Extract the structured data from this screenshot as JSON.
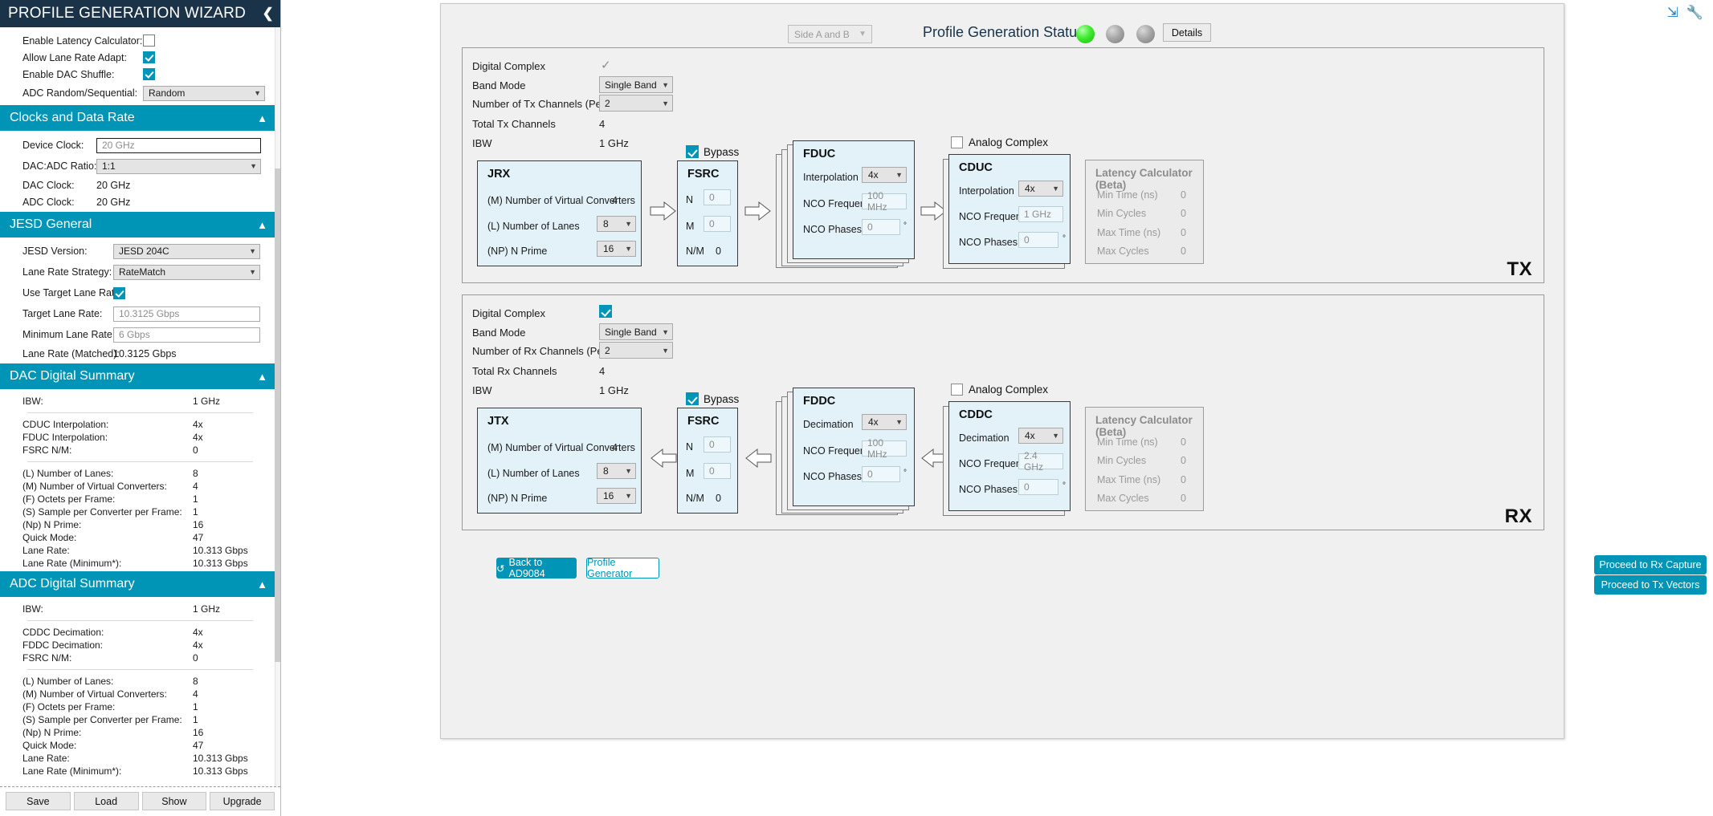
{
  "sidebar": {
    "title": "PROFILE GENERATION WIZARD",
    "collapse_icon": "chevron-left-icon",
    "top_options": [
      {
        "label": "Enable Latency Calculator:",
        "type": "checkbox",
        "checked": false
      },
      {
        "label": "Allow Lane Rate Adapt:",
        "type": "checkbox",
        "checked": true
      },
      {
        "label": "Enable DAC Shuffle:",
        "type": "checkbox",
        "checked": true
      }
    ],
    "adc_random": {
      "label": "ADC Random/Sequential:",
      "value": "Random"
    },
    "clocks_section": {
      "title": "Clocks and Data Rate",
      "device_clock": {
        "label": "Device Clock:",
        "value": "20 GHz"
      },
      "dac_adc_ratio": {
        "label": "DAC:ADC Ratio:",
        "value": "1:1"
      },
      "dac_clock": {
        "label": "DAC Clock:",
        "value": "20 GHz"
      },
      "adc_clock": {
        "label": "ADC Clock:",
        "value": "20 GHz"
      }
    },
    "jesd_section": {
      "title": "JESD General",
      "jesd_version": {
        "label": "JESD Version:",
        "value": "JESD 204C"
      },
      "lane_rate_strategy": {
        "label": "Lane Rate Strategy:",
        "value": "RateMatch"
      },
      "use_target_lane_rate": {
        "label": "Use Target Lane Rate:",
        "checked": true
      },
      "target_lane_rate": {
        "label": "Target Lane Rate:",
        "value": "10.3125 Gbps"
      },
      "minimum_lane_rate": {
        "label": "Minimum Lane Rate:",
        "value": "6 Gbps"
      },
      "lane_rate_matched": {
        "label": "Lane Rate (Matched):",
        "value": "10.3125 Gbps"
      }
    },
    "dac_summary": {
      "title": "DAC Digital Summary",
      "ibw": {
        "label": "IBW:",
        "value": "1 GHz"
      },
      "group_a": [
        {
          "label": "CDUC Interpolation:",
          "value": "4x"
        },
        {
          "label": "FDUC Interpolation:",
          "value": "4x"
        },
        {
          "label": "FSRC N/M:",
          "value": "0"
        }
      ],
      "group_b": [
        {
          "label": "(L) Number of Lanes:",
          "value": "8"
        },
        {
          "label": "(M) Number of Virtual Converters:",
          "value": "4"
        },
        {
          "label": "(F) Octets per Frame:",
          "value": "1"
        },
        {
          "label": "(S) Sample per Converter per Frame:",
          "value": "1"
        },
        {
          "label": "(Np) N Prime:",
          "value": "16"
        },
        {
          "label": "Quick Mode:",
          "value": "47"
        },
        {
          "label": "Lane Rate:",
          "value": "10.313 Gbps"
        },
        {
          "label": "Lane Rate (Minimum*):",
          "value": "10.313 Gbps"
        }
      ]
    },
    "adc_summary": {
      "title": "ADC Digital Summary",
      "ibw": {
        "label": "IBW:",
        "value": "1 GHz"
      },
      "group_a": [
        {
          "label": "CDDC Decimation:",
          "value": "4x"
        },
        {
          "label": "FDDC Decimation:",
          "value": "4x"
        },
        {
          "label": "FSRC N/M:",
          "value": "0"
        }
      ],
      "group_b": [
        {
          "label": "(L) Number of Lanes:",
          "value": "8"
        },
        {
          "label": "(M) Number of Virtual Converters:",
          "value": "4"
        },
        {
          "label": "(F) Octets per Frame:",
          "value": "1"
        },
        {
          "label": "(S) Sample per Converter per Frame:",
          "value": "1"
        },
        {
          "label": "(Np) N Prime:",
          "value": "16"
        },
        {
          "label": "Quick Mode:",
          "value": "47"
        },
        {
          "label": "Lane Rate:",
          "value": "10.313 Gbps"
        },
        {
          "label": "Lane Rate (Minimum*):",
          "value": "10.313 Gbps"
        }
      ]
    },
    "footer_buttons": [
      {
        "label": "Save"
      },
      {
        "label": "Load"
      },
      {
        "label": "Show"
      },
      {
        "label": "Upgrade"
      }
    ]
  },
  "header": {
    "side_select": "Side A and B",
    "status_title": "Profile Generation Status",
    "details_label": "Details",
    "led_colors": {
      "active": "#3cdd2b",
      "inactive": "#9c9c9c"
    },
    "corner_icons": [
      "collapse-arrows-icon",
      "wrench-icon"
    ]
  },
  "tx": {
    "tag": "TX",
    "config": {
      "digital_complex": {
        "label": "Digital Complex",
        "checked": false,
        "mark": "check-grey-icon"
      },
      "band_mode": {
        "label": "Band Mode",
        "value": "Single Band"
      },
      "num_tx_channels": {
        "label": "Number of Tx Channels (Per Side)",
        "value": "2"
      },
      "total_tx_channels": {
        "label": "Total Tx Channels",
        "value": "4"
      },
      "ibw": {
        "label": "IBW",
        "value": "1 GHz"
      }
    },
    "jrx": {
      "title": "JRX",
      "m_virtual_converters": {
        "label": "(M) Number of Virtual Converters",
        "value": "4"
      },
      "l_number_of_lanes": {
        "label": "(L) Number of Lanes",
        "value": "8"
      },
      "np_n_prime": {
        "label": "(NP) N Prime",
        "value": "16"
      }
    },
    "bypass": {
      "label": "Bypass",
      "checked": true
    },
    "fsrc": {
      "title": "FSRC",
      "n": {
        "label": "N",
        "value": "0"
      },
      "m": {
        "label": "M",
        "value": "0"
      },
      "nm": {
        "label": "N/M",
        "value": "0"
      }
    },
    "fduc": {
      "title": "FDUC",
      "interpolation": {
        "label": "Interpolation",
        "value": "4x"
      },
      "nco_frequency": {
        "label": "NCO Frequency",
        "value": "100 MHz"
      },
      "nco_phases": {
        "label": "NCO Phases",
        "value": "0",
        "unit": "°"
      }
    },
    "analog_complex": {
      "label": "Analog Complex",
      "checked": false
    },
    "cduc": {
      "title": "CDUC",
      "interpolation": {
        "label": "Interpolation",
        "value": "4x"
      },
      "nco_frequency": {
        "label": "NCO Frequency",
        "value": "1 GHz"
      },
      "nco_phases": {
        "label": "NCO Phases",
        "value": "0",
        "unit": "°"
      }
    },
    "latency": {
      "title": "Latency Calculator (Beta)",
      "rows": [
        {
          "label": "Min Time (ns)",
          "value": "0"
        },
        {
          "label": "Min Cycles",
          "value": "0"
        },
        {
          "label": "Max Time (ns)",
          "value": "0"
        },
        {
          "label": "Max Cycles",
          "value": "0"
        }
      ]
    }
  },
  "rx": {
    "tag": "RX",
    "config": {
      "digital_complex": {
        "label": "Digital Complex",
        "checked": true
      },
      "band_mode": {
        "label": "Band Mode",
        "value": "Single Band"
      },
      "num_rx_channels": {
        "label": "Number of Rx Channels (Per Side)",
        "value": "2"
      },
      "total_rx_channels": {
        "label": "Total Rx Channels",
        "value": "4"
      },
      "ibw": {
        "label": "IBW",
        "value": "1 GHz"
      }
    },
    "jtx": {
      "title": "JTX",
      "m_virtual_converters": {
        "label": "(M) Number of Virtual Converters",
        "value": "4"
      },
      "l_number_of_lanes": {
        "label": "(L) Number of Lanes",
        "value": "8"
      },
      "np_n_prime": {
        "label": "(NP) N Prime",
        "value": "16"
      }
    },
    "bypass": {
      "label": "Bypass",
      "checked": true
    },
    "fsrc": {
      "title": "FSRC",
      "n": {
        "label": "N",
        "value": "0"
      },
      "m": {
        "label": "M",
        "value": "0"
      },
      "nm": {
        "label": "N/M",
        "value": "0"
      }
    },
    "fddc": {
      "title": "FDDC",
      "decimation": {
        "label": "Decimation",
        "value": "4x"
      },
      "nco_frequency": {
        "label": "NCO Frequency",
        "value": "100 MHz"
      },
      "nco_phases": {
        "label": "NCO Phases",
        "value": "0",
        "unit": "°"
      }
    },
    "analog_complex": {
      "label": "Analog Complex",
      "checked": false
    },
    "cddc": {
      "title": "CDDC",
      "decimation": {
        "label": "Decimation",
        "value": "4x"
      },
      "nco_frequency": {
        "label": "NCO Frequency",
        "value": "2.4 GHz"
      },
      "nco_phases": {
        "label": "NCO Phases",
        "value": "0",
        "unit": "°"
      }
    },
    "latency": {
      "title": "Latency Calculator (Beta)",
      "rows": [
        {
          "label": "Min Time (ns)",
          "value": "0"
        },
        {
          "label": "Min Cycles",
          "value": "0"
        },
        {
          "label": "Max Time (ns)",
          "value": "0"
        },
        {
          "label": "Max Cycles",
          "value": "0"
        }
      ]
    }
  },
  "footer": {
    "back_label": "Back to  AD9084",
    "back_icon": "undo-arrow-icon",
    "profile_generator_label": "Profile Generator",
    "proceed_rx": "Proceed to Rx Capture",
    "proceed_tx": "Proceed to Tx Vectors"
  },
  "colors": {
    "accent": "#0095b6",
    "header_dark": "#1b3348",
    "block_fill": "#e3f2f8"
  }
}
